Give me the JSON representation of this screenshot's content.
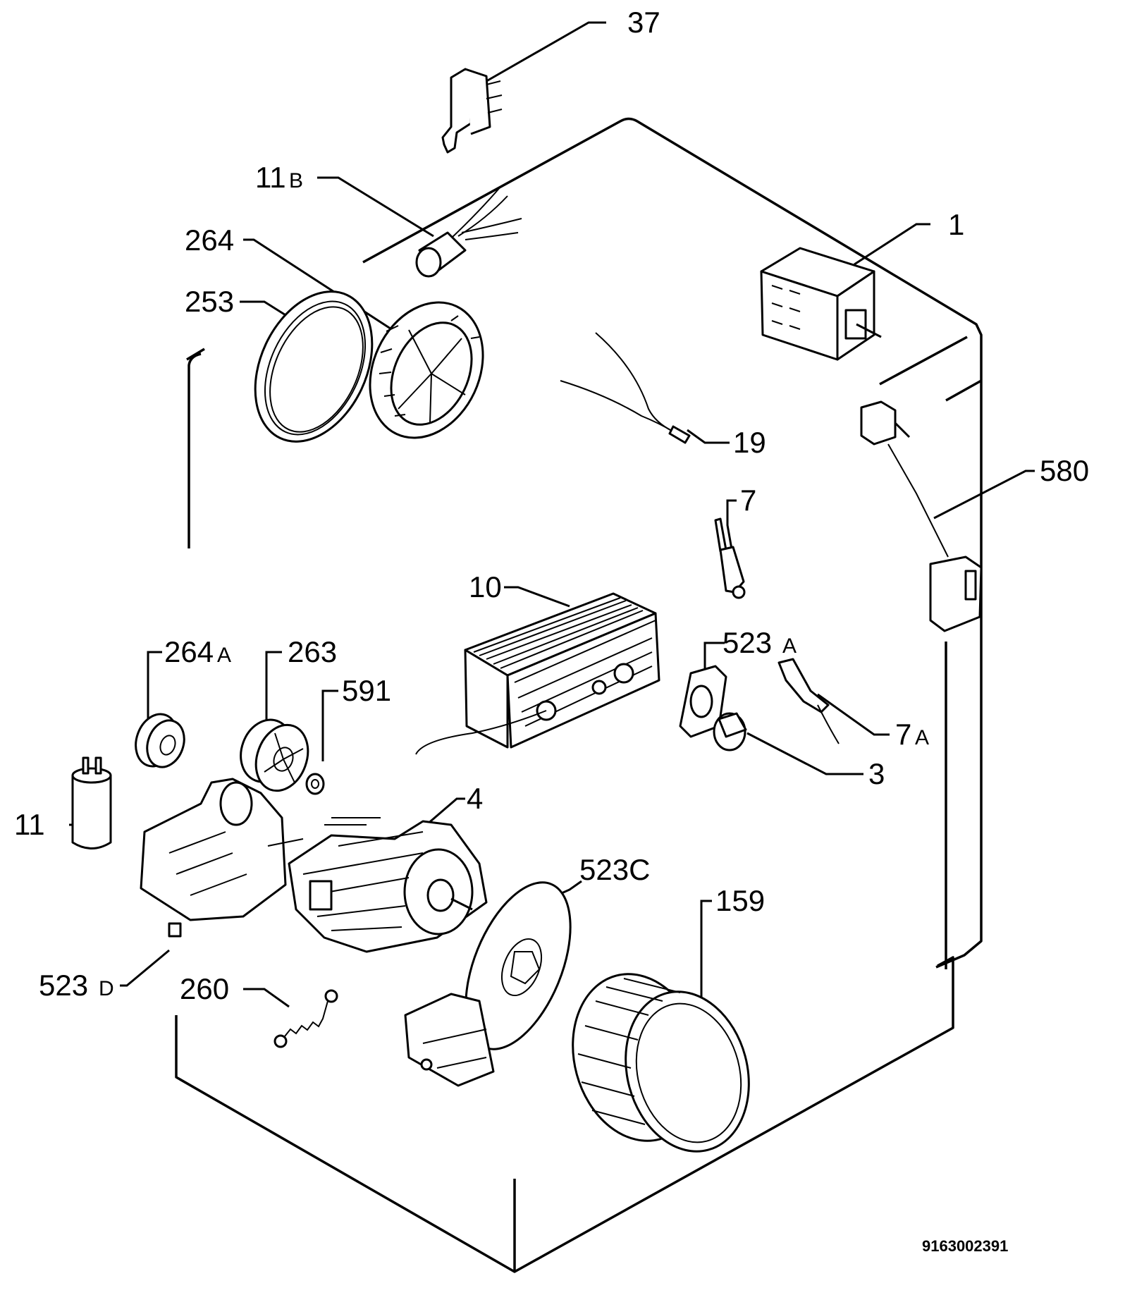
{
  "labels": {
    "p37": "37",
    "p11b": "11",
    "p11b_suffix": "B",
    "p264": "264",
    "p1": "1",
    "p253": "253",
    "p19": "19",
    "p580": "580",
    "p7": "7",
    "p10": "10",
    "p523a": "523",
    "p523a_suffix": "A",
    "p264a": "264",
    "p264a_suffix": "A",
    "p263": "263",
    "p591": "591",
    "p7a": "7",
    "p7a_suffix": "A",
    "p3": "3",
    "p4": "4",
    "p11": "11",
    "p523c": "523C",
    "p159": "159",
    "p523d": "523",
    "p523d_suffix": "D",
    "p260": "260"
  },
  "drawing_number": "9163002391"
}
